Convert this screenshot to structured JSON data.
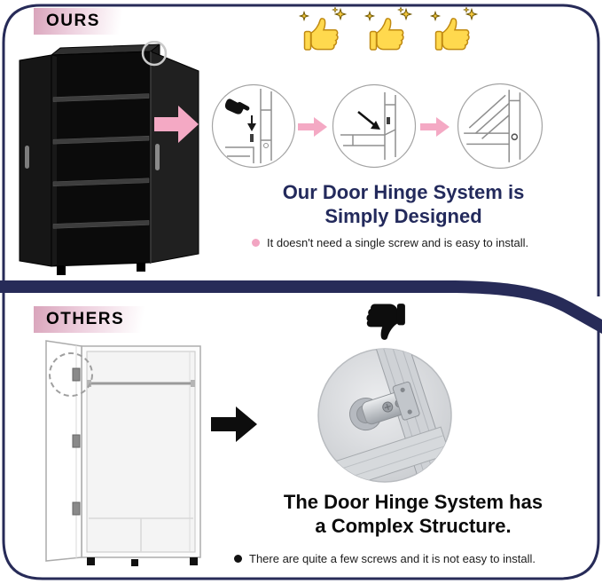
{
  "palette": {
    "frame_navy": "#272b58",
    "accent_pink": "#f4a9c4",
    "heading_blue": "#232a5c",
    "thumb_yellow": "#ffd94e"
  },
  "ours_section": {
    "ribbon_label": "OURS",
    "heading_line1": "Our Door Hinge System is",
    "heading_line2": "Simply Designed",
    "bullet_text": "It doesn't need a single screw and is easy to install.",
    "icons": {
      "approval": "thumbs-up-icon (x3 with sparkles)",
      "flow": "arrow-right-icon (pink)",
      "steps": "hinge-install-step-circles (x3)"
    }
  },
  "others_section": {
    "ribbon_label": "OTHERS",
    "heading_line1": "The Door Hinge System has",
    "heading_line2": "a Complex Structure.",
    "bullet_text": "There are quite a few screws and it is not easy to install.",
    "icons": {
      "disapproval": "thumbs-down-icon",
      "flow": "arrow-right-icon (black)",
      "detail": "complex-hinge-photo-circle"
    }
  }
}
